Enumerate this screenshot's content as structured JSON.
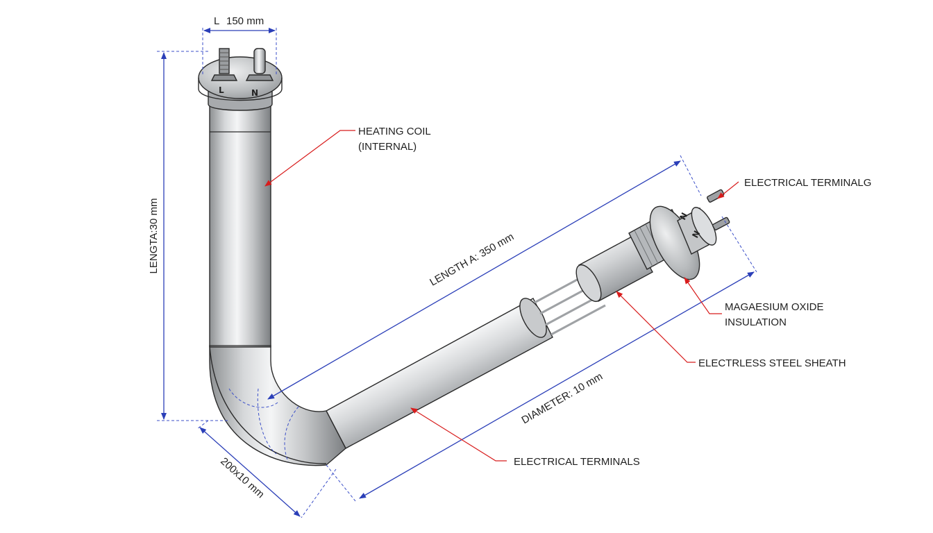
{
  "diagram": {
    "dimensions": {
      "top_width": "150 mm",
      "top_width_prefix": "L",
      "vertical_length": "LENGTA:30 mm",
      "length_a": "LENGTH A: 350 mm",
      "diameter": "DIAMETER: 10 mm",
      "bend": "200x10 mm"
    },
    "callouts": {
      "heating_coil_line1": "HEATING COIL",
      "heating_coil_line2": "(INTERNAL)",
      "electrical_terminal_top": "ELECTRICAL TERMINALG",
      "insulation_line1": "MAGAESIUM OXIDE",
      "insulation_line2": "INSULATION",
      "sheath": "ELECTRLESS STEEL SHEATH",
      "electrical_terminals_bottom": "ELECTRICAL TERMINALS"
    },
    "terminal_marks": {
      "top_left": "L",
      "top_right": "N",
      "right_upper": "N",
      "right_lower": "N"
    },
    "colors": {
      "dimension_lines": "#2b3fb8",
      "leader_lines": "#d81c1c",
      "metal": "#c9cbcd"
    }
  }
}
